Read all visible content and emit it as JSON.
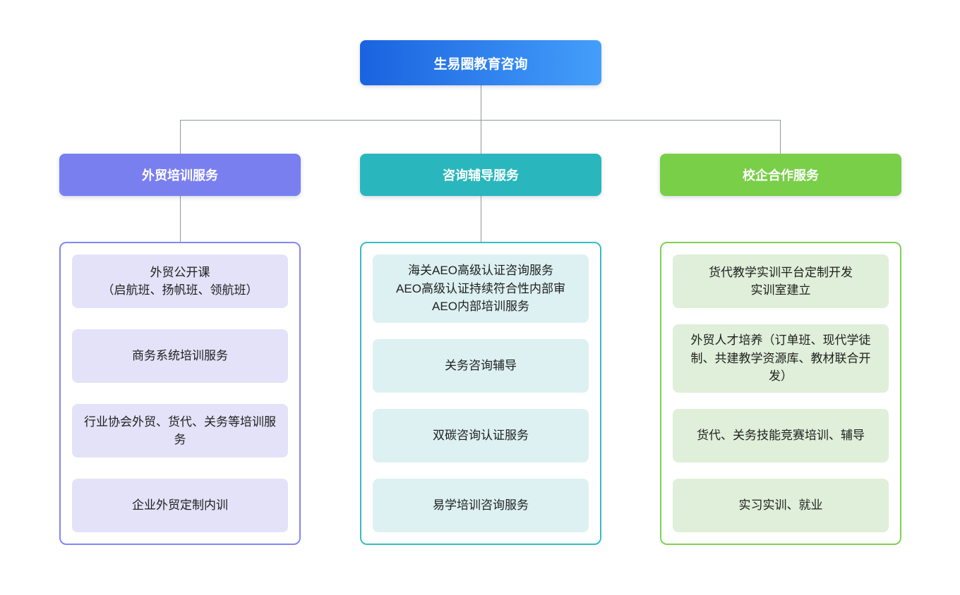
{
  "root": {
    "label": "生易圈教育咨询",
    "gradient_css": "linear-gradient(90deg, #1A63DF, #449EFA)"
  },
  "connector": {
    "color": "#8F989E"
  },
  "branches": [
    {
      "title": "外贸培训服务",
      "header_color": "#7A7FF0",
      "border_color": "#8286F2",
      "item_bg": "#E4E2F8",
      "items": [
        "外贸公开课\n（启航班、扬帆班、领航班）",
        "商务系统培训服务",
        "行业协会外贸、货代、关务等培训服务",
        "企业外贸定制内训"
      ]
    },
    {
      "title": "咨询辅导服务",
      "header_color": "#29B7BD",
      "border_color": "#34BDC3",
      "item_bg": "#DDF1F2",
      "items": [
        "海关AEO高级认证咨询服务\nAEO高级认证持续符合性内部审\nAEO内部培训服务",
        "关务咨询辅导",
        "双碳咨询认证服务",
        "易学培训咨询服务"
      ]
    },
    {
      "title": "校企合作服务",
      "header_color": "#79CF48",
      "border_color": "#7ED156",
      "item_bg": "#DFEFD9",
      "items": [
        "货代教学实训平台定制开发\n实训室建立",
        "外贸人才培养（订单班、现代学徒制、共建教学资源库、教材联合开发）",
        "货代、关务技能竞赛培训、辅导",
        "实习实训、就业"
      ]
    }
  ]
}
